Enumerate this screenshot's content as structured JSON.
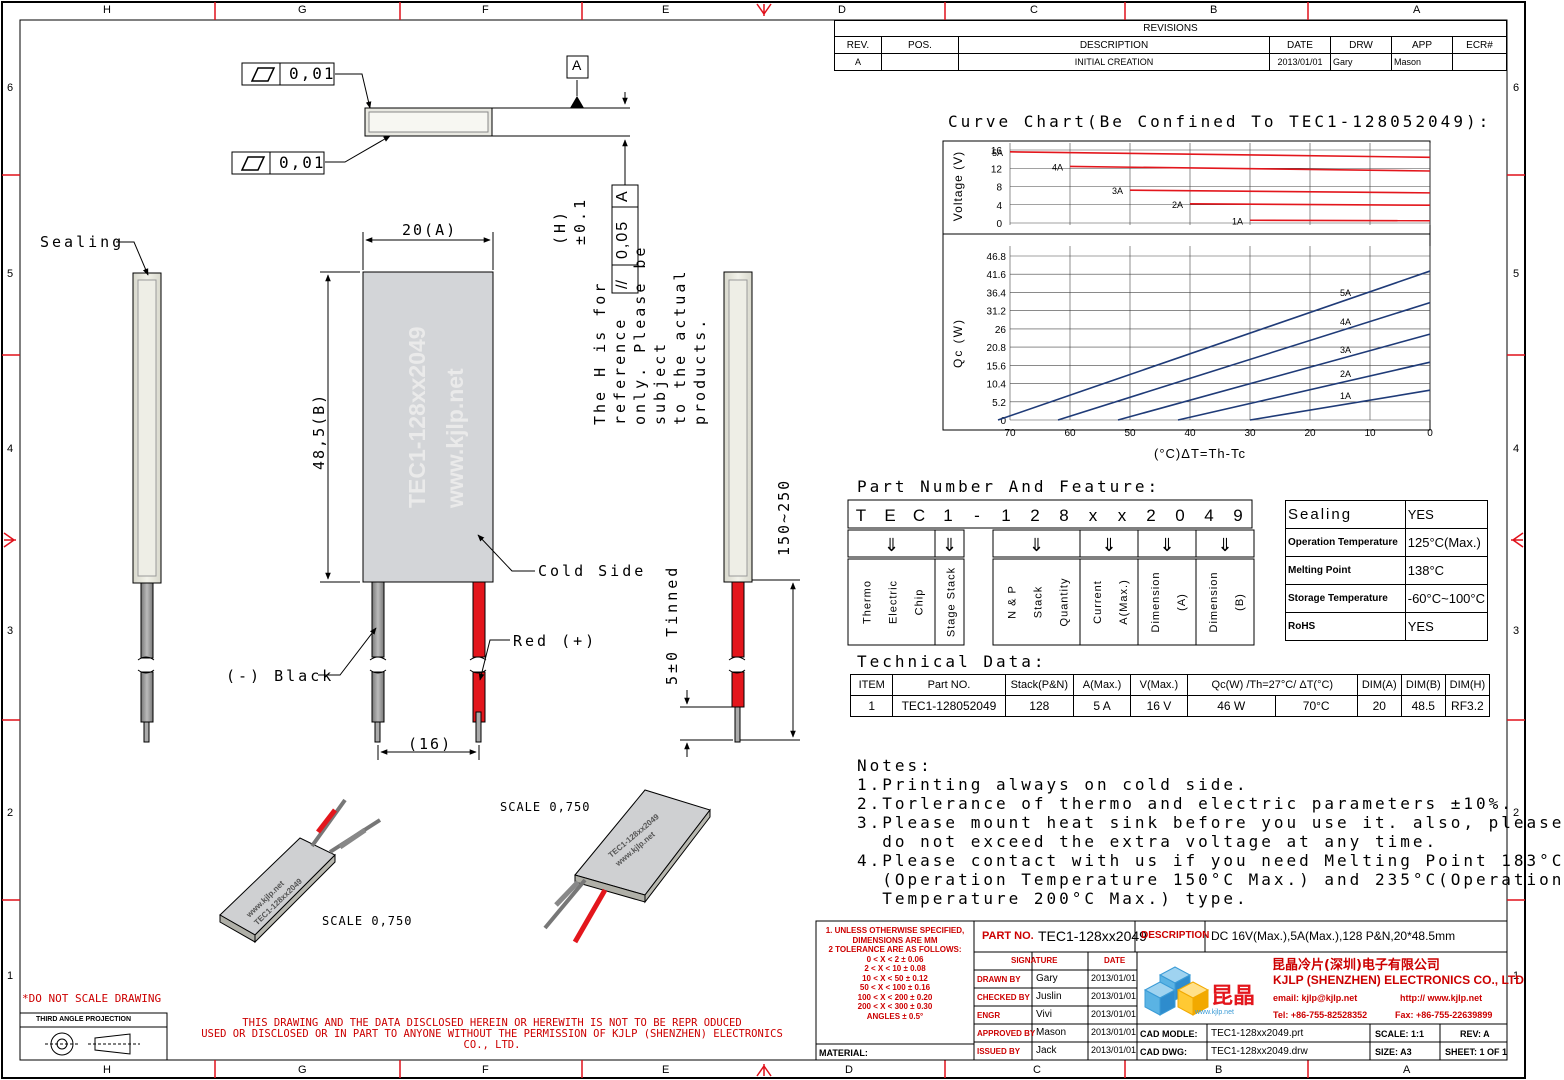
{
  "frame": {
    "columns": [
      "H",
      "G",
      "F",
      "E",
      "D",
      "C",
      "B",
      "A"
    ],
    "rows_left": [
      "6",
      "5",
      "4",
      "3",
      "2",
      "1"
    ],
    "rows_right": [
      "6",
      "5",
      "4",
      "3",
      "2",
      "1"
    ]
  },
  "revisions": {
    "title": "REVISIONS",
    "headers": [
      "REV.",
      "POS.",
      "DESCRIPTION",
      "DATE",
      "DRW",
      "APP",
      "ECR#"
    ],
    "row": [
      "A",
      "",
      "INITIAL CREATION",
      "2013/01/01",
      "Gary",
      "Mason",
      ""
    ]
  },
  "drawing": {
    "flatness_top": "0,01",
    "flatness_bottom": "0,01",
    "datum": "A",
    "parallel_value": "0,05",
    "parallel_datum": "A",
    "parallel_symbol": "//",
    "flatness_symbol": "▱",
    "h_note": [
      "(H)±0.1",
      "The H is for reference",
      "only. Please be subject",
      "to the actual products."
    ],
    "dim_width": "20(A)",
    "dim_height": "48,5(B)",
    "module_print": [
      "TEC1-128xx2049",
      "www.kjlp.net"
    ],
    "sealing": "Sealing",
    "cold_side": "Cold Side",
    "red": "Red (+)",
    "black": "(-) Black",
    "lead_spacing": "(16)",
    "lead_length": "150~250",
    "tinned": "5±0 Tinned",
    "scale_1": "SCALE  0,750",
    "scale_2": "SCALE  0,750",
    "iso_print_1": [
      "TEC1-128xx2049",
      "www.kjlp.net"
    ],
    "iso_print_2": [
      "TEC1-128xx2049",
      "www.kjlp.net"
    ]
  },
  "chart_data": [
    {
      "type": "line",
      "title": "Curve Chart(Be Confined To TEC1-128052049):",
      "xlabel": "",
      "ylabel": "Voltage (V)",
      "yticks": [
        "16",
        "12",
        "8",
        "4",
        "0"
      ],
      "x": [
        70,
        0
      ],
      "xlim": [
        70,
        0
      ],
      "ylim": [
        0,
        16
      ],
      "series": [
        {
          "name": "5A",
          "x": [
            70,
            0
          ],
          "values": [
            15.6,
            14.4
          ]
        },
        {
          "name": "4A",
          "x": [
            60,
            0
          ],
          "values": [
            12.4,
            11.4
          ]
        },
        {
          "name": "3A",
          "x": [
            50,
            0
          ],
          "values": [
            7.2,
            6.6
          ]
        },
        {
          "name": "2A",
          "x": [
            40,
            0
          ],
          "values": [
            4.2,
            3.9
          ]
        },
        {
          "name": "1A",
          "x": [
            30,
            0
          ],
          "values": [
            0.6,
            0.5
          ]
        }
      ]
    },
    {
      "type": "line",
      "xlabel": "(°C)ΔT=Th-Tc",
      "ylabel": "Qc (W)",
      "yticks": [
        "46.8",
        "41.6",
        "36.4",
        "31.2",
        "26",
        "20.8",
        "15.6",
        "10.4",
        "5.2",
        "0"
      ],
      "xticks": [
        "70",
        "60",
        "50",
        "40",
        "30",
        "20",
        "10",
        "0"
      ],
      "xlim": [
        70,
        0
      ],
      "ylim": [
        0,
        46.8
      ],
      "series": [
        {
          "name": "5A",
          "x": [
            72,
            0
          ],
          "values": [
            0,
            42.5
          ]
        },
        {
          "name": "4A",
          "x": [
            62,
            0
          ],
          "values": [
            0,
            33.5
          ]
        },
        {
          "name": "3A",
          "x": [
            52,
            0
          ],
          "values": [
            0,
            24.5
          ]
        },
        {
          "name": "2A",
          "x": [
            42,
            0
          ],
          "values": [
            0,
            16.5
          ]
        },
        {
          "name": "1A",
          "x": [
            30,
            0
          ],
          "values": [
            0,
            8.5
          ]
        }
      ]
    }
  ],
  "part_number": {
    "title": "Part Number And Feature:",
    "chars": [
      "T",
      "E",
      "C",
      "1",
      "-",
      "1",
      "2",
      "8",
      "x",
      "x",
      "2",
      "0",
      "4",
      "9"
    ],
    "labels": [
      [
        "Thermo",
        "Electric",
        "Chip"
      ],
      [
        "Stage Stack"
      ],
      [
        "N & P",
        "Stack",
        "Quantity"
      ],
      [
        "Current",
        "A(Max.)"
      ],
      [
        "Dimension",
        "(A)"
      ],
      [
        "Dimension",
        "(B)"
      ]
    ],
    "arrow": "⇓"
  },
  "features": [
    [
      "Sealing",
      "YES"
    ],
    [
      "Operation Temperature",
      "125°C(Max.)"
    ],
    [
      "Melting Point",
      "138°C"
    ],
    [
      "Storage Temperature",
      "-60°C~100°C"
    ],
    [
      "RoHS",
      "YES"
    ]
  ],
  "technical": {
    "title": "Technical Data:",
    "headers": [
      "ITEM",
      "Part NO.",
      "Stack(P&N)",
      "A(Max.)",
      "V(Max.)",
      "Qc(W) /Th=27°C/ ΔT(°C)",
      "",
      "DIM(A)",
      "DIM(B)",
      "DIM(H)"
    ],
    "row": [
      "1",
      "TEC1-128052049",
      "128",
      "5 A",
      "16 V",
      "46 W",
      "70°C",
      "20",
      "48.5",
      "RF3.2"
    ]
  },
  "notes": {
    "title": "Notes:",
    "lines": [
      "1.Printing always on cold side.",
      "2.Torlerance of thermo and electric parameters ±10%.",
      "3.Please mount heat sink before you use it. also, please",
      "  do not exceed the extra voltage at any time.",
      "4.Please contact with us if you need Melting Point 183°C",
      "  (Operation Temperature 150°C Max.) and 235°C(Operation",
      "  Temperature 200°C Max.) type."
    ]
  },
  "title_block": {
    "tolerance": [
      "1. UNLESS OTHERWISE SPECIFIED,",
      "DIMENSIONS ARE MM",
      "2 TOLERANCE ARE AS FOLLOWS:",
      "0 < X <   2  ± 0.06",
      "2 < X <  10  ± 0.08",
      "10 < X <  50  ± 0.12",
      "50 < X < 100  ± 0.16",
      "100 < X < 200  ± 0.20",
      "200 < X < 300  ± 0.30",
      "ANGLES ± 0.5°"
    ],
    "material": "MATERIAL:",
    "part_no_label": "PART NO.",
    "part_no": "TEC1-128xx2049",
    "description_label": "DESCRIPTION",
    "description": "DC 16V(Max.),5A(Max.),128 P&N,20*48.5mm",
    "signature": "SIGNATURE",
    "date": "DATE",
    "people": [
      [
        "DRAWN BY",
        "Gary",
        "2013/01/01"
      ],
      [
        "CHECKED BY",
        "Juslin",
        "2013/01/01"
      ],
      [
        "ENGR",
        "Vivi",
        "2013/01/01"
      ],
      [
        "APPROVED BY",
        "Mason",
        "2013/01/01"
      ],
      [
        "ISSUED BY",
        "Jack",
        "2013/01/01"
      ]
    ],
    "company_cn": "昆晶冷片(深圳)电子有限公司",
    "company_en": "KJLP (SHENZHEN) ELECTRONICS CO., LTD",
    "email": "email: kjlp@kjlp.net",
    "web": "http:// www.kjlp.net",
    "tel": "Tel: +86-755-82528352",
    "fax": "Fax: +86-755-22639899",
    "logo_text": "昆晶",
    "logo_sub": "www.kjlp.net",
    "cad_model_label": "CAD MODLE:",
    "cad_model": "TEC1-128xx2049.prt",
    "cad_dwg_label": "CAD DWG:",
    "cad_dwg": "TEC1-128xx2049.drw",
    "scale": "SCALE: 1:1",
    "size": "SIZE: A3",
    "rev": "REV: A",
    "sheet": "SHEET: 1 OF 1",
    "do_not_scale": "*DO NOT SCALE DRAWING",
    "projection": "THIRD ANGLE PROJECTION",
    "disclaimer": [
      "THIS DRAWING AND THE DATA DISCLOSED HEREIN OR HEREWITH IS NOT TO BE REPR ODUCED",
      "USED OR DISCLOSED OR IN PART TO ANYONE WITHOUT THE PERMISSION OF KJLP (SHENZHEN) ELECTRONICS",
      "CO., LTD."
    ]
  }
}
